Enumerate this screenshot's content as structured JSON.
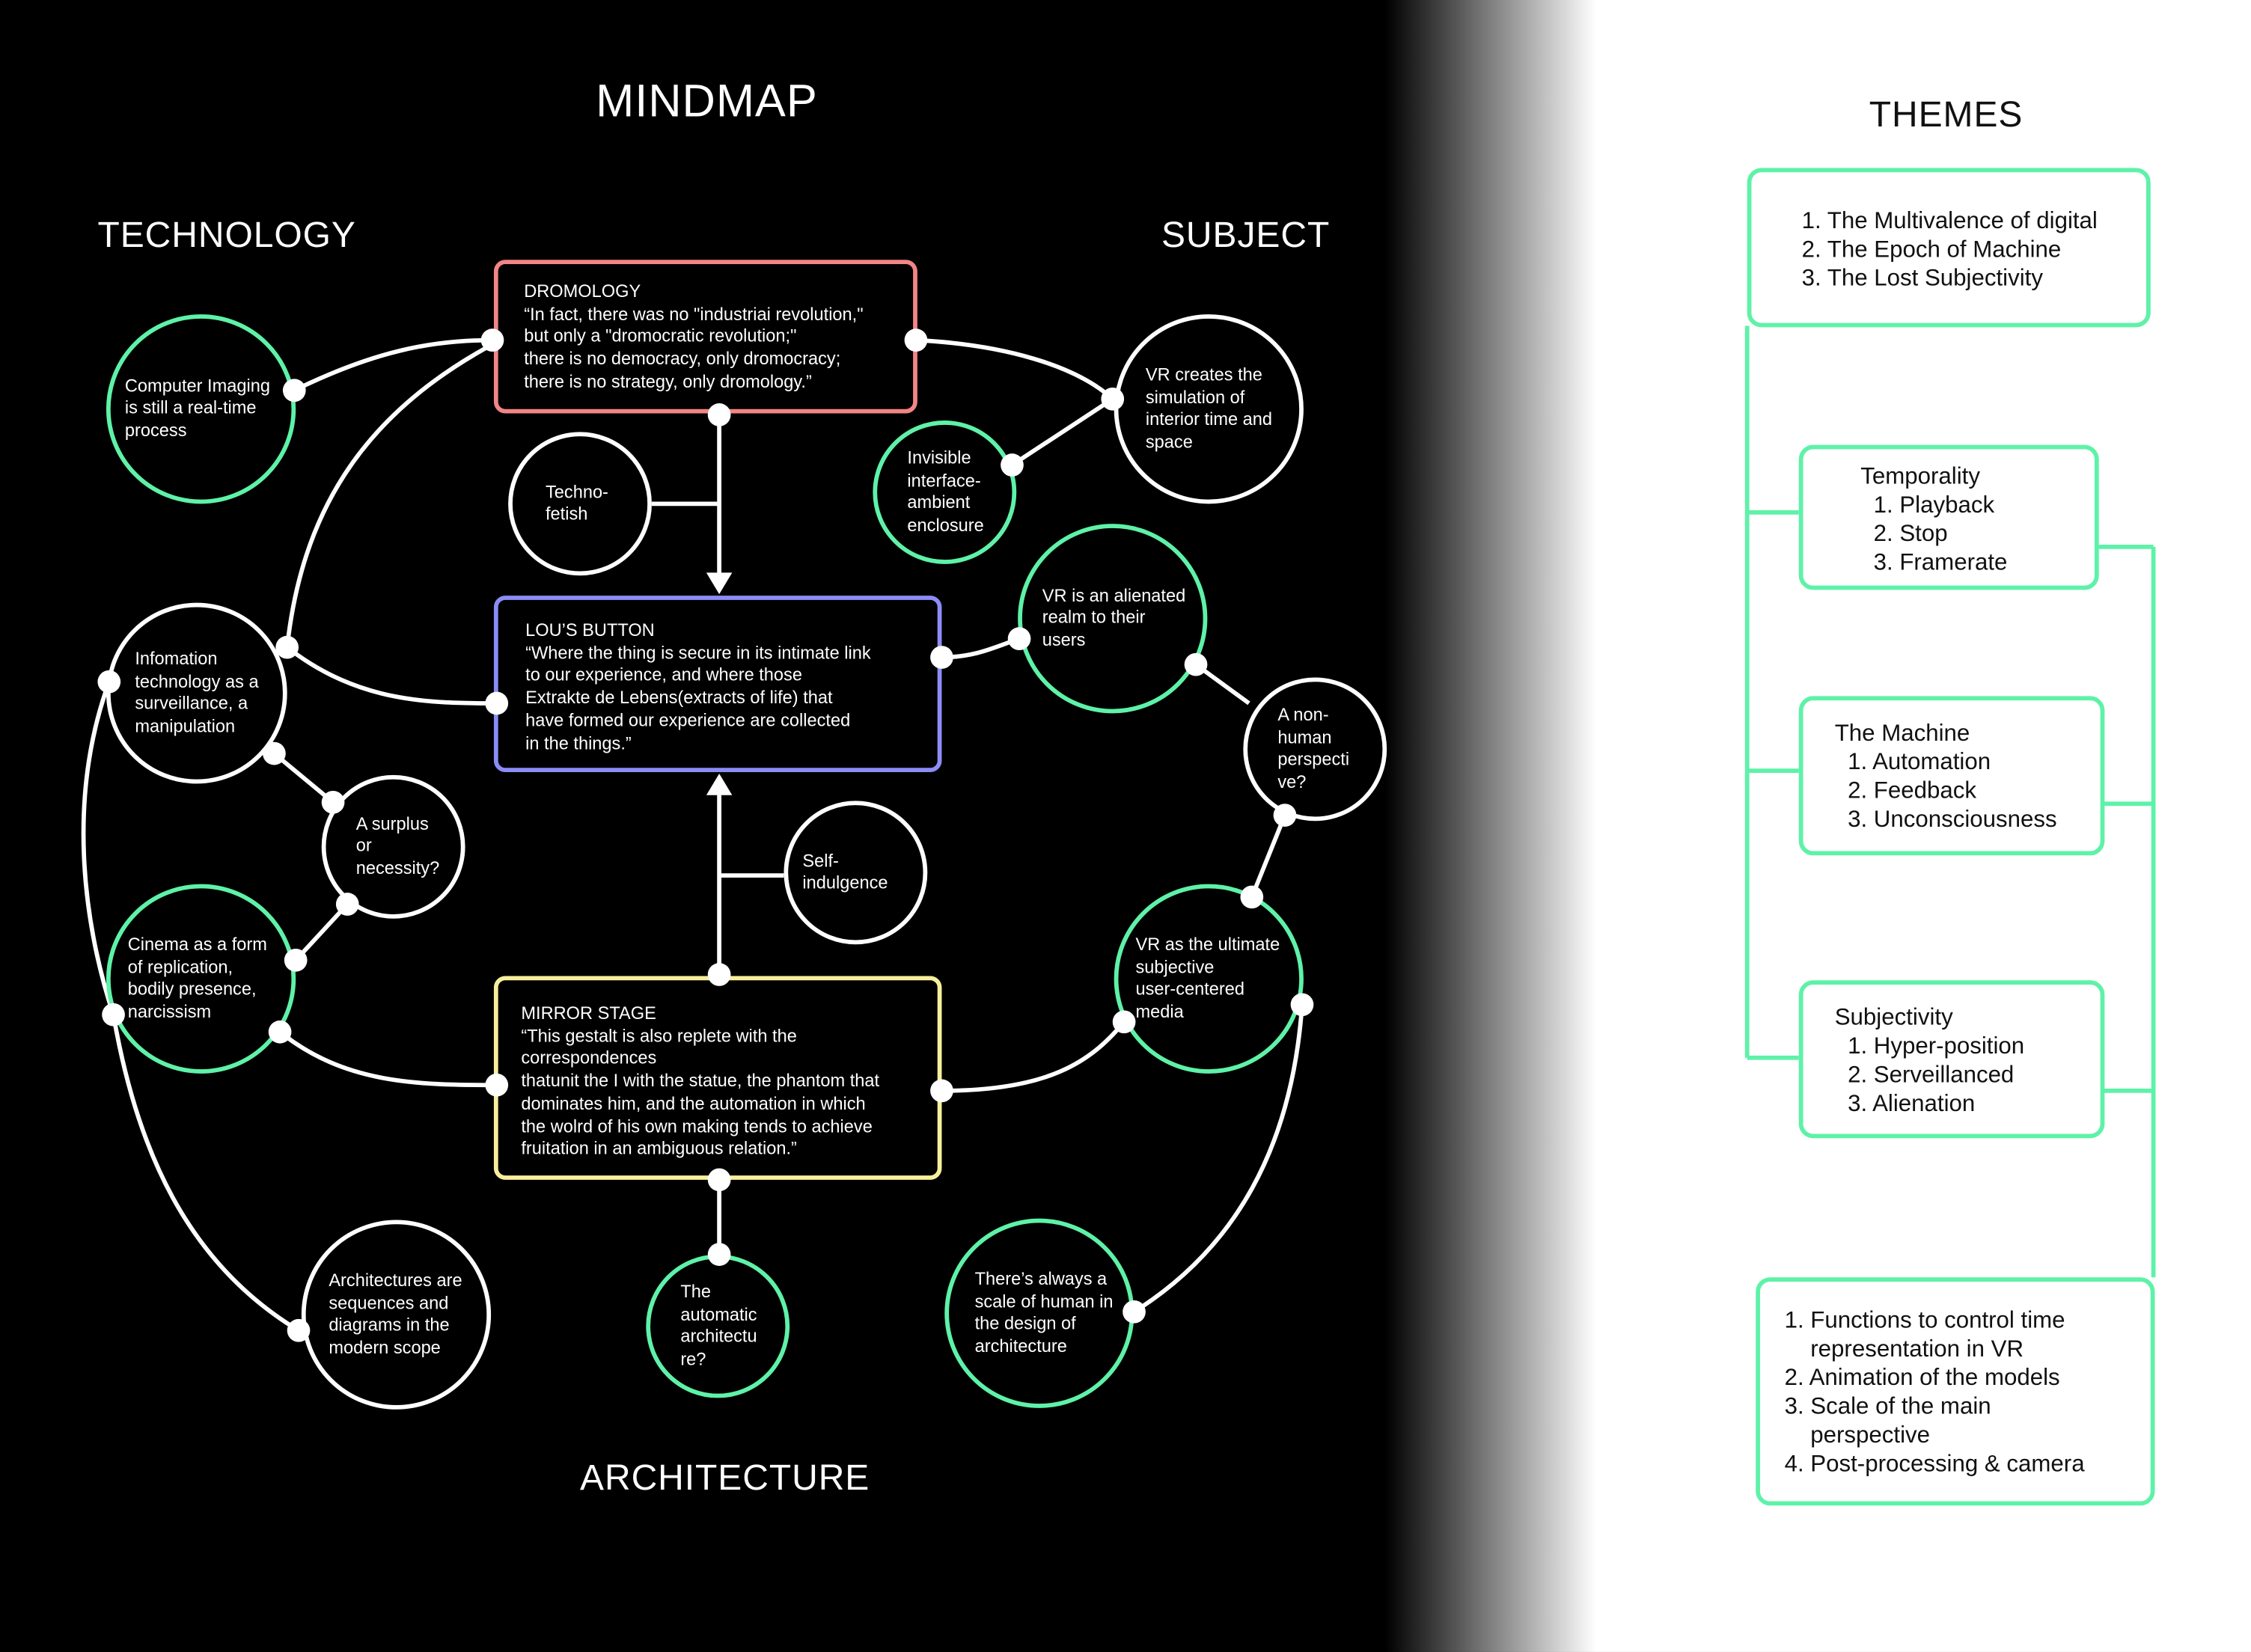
{
  "headings": {
    "mindmap": "MINDMAP",
    "technology": "TECHNOLOGY",
    "subject": "SUBJECT",
    "architecture": "ARCHITECTURE",
    "themes": "THEMES"
  },
  "boxes": {
    "dromology": "DROMOLOGY\n“In fact, there was no \"industriai revolution,\"\nbut only a \"dromocratic revolution;\"\nthere is no democracy, only dromocracy;\nthere is no strategy, only dromology.”",
    "lous_button": "LOU’S BUTTON\n“Where the thing is secure in its intimate link\n to our experience, and where those\nExtrakte de Lebens(extracts of life) that\nhave formed our experience are collected\nin the things.”",
    "mirror_stage": "MIRROR STAGE\n“This gestalt is also replete with the\ncorrespondences\nthatunit the I with the statue, the phantom that\ndominates him, and the automation in which\nthe wolrd of his own making tends to achieve\nfruitation in an ambiguous relation.”"
  },
  "nodes": {
    "computer_imaging": "Computer Imaging\nis still a real-time\nprocess",
    "techno_fetish": "Techno-\nfetish",
    "invisible_interface": "Invisible\ninterface-\nambient\nenclosure",
    "vr_creates": "VR creates the\nsimulation of\ninterior time and\nspace",
    "infomation": "Infomation\ntechnology as a\nsurveillance, a\nmanipulation",
    "surplus": "A surplus\nor\nnecessity?",
    "vr_alienated": "VR is an alienated\nrealm to their\nusers",
    "non_human": "A  non-\nhuman\nperspecti\nve?",
    "self_indulgence": "Self-\nindulgence",
    "cinema": "Cinema as a form\nof replication,\nbodily presence,\nnarcissism",
    "vr_ultimate": "VR as the ultimate\nsubjective\nuser-centered\nmedia",
    "architectures": "Architectures are\nsequences and\ndiagrams in the\nmodern scope",
    "automatic": "The\nautomatic\narchitectu\nre?",
    "scale_human": "There’s always a\nscale of human in\nthe design of\narchitecture"
  },
  "themes": [
    {
      "text": "1. The Multivalence of digital\n2. The Epoch of Machine\n3. The Lost Subjectivity"
    },
    {
      "text": "Temporality\n  1. Playback\n  2. Stop\n  3. Framerate"
    },
    {
      "text": "The Machine\n  1. Automation\n  2. Feedback\n  3. Unconsciousness"
    },
    {
      "text": "Subjectivity\n  1. Hyper-position\n  2. Serveillanced\n  3. Alienation"
    },
    {
      "text": "1. Functions to control time\n    representation in VR\n2. Animation of the models\n3. Scale of the main\n    perspective\n4. Post-processing & camera"
    }
  ],
  "colors": {
    "green": "#5ef2a8",
    "red": "#f28585",
    "blue": "#8c8cf7",
    "yellow": "#f7ef9c"
  }
}
